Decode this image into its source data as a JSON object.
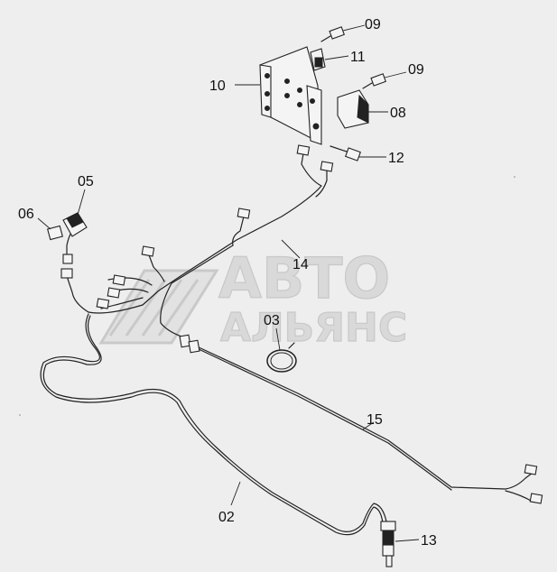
{
  "watermark": {
    "line1": "АВТО",
    "line2": "АЛЬЯНС",
    "color": "#d0d0d0"
  },
  "callouts": [
    {
      "id": "01",
      "text": "09"
    },
    {
      "id": "02",
      "text": "11"
    },
    {
      "id": "03",
      "text": "10"
    },
    {
      "id": "04",
      "text": "09"
    },
    {
      "id": "05",
      "text": "08"
    },
    {
      "id": "06",
      "text": "12"
    },
    {
      "id": "07",
      "text": "05"
    },
    {
      "id": "08",
      "text": "06"
    },
    {
      "id": "09",
      "text": "14"
    },
    {
      "id": "10",
      "text": "03"
    },
    {
      "id": "11",
      "text": "15"
    },
    {
      "id": "12",
      "text": "02"
    },
    {
      "id": "13",
      "text": "13"
    }
  ],
  "colors": {
    "background": "#eeeeee",
    "line": "#222222"
  }
}
